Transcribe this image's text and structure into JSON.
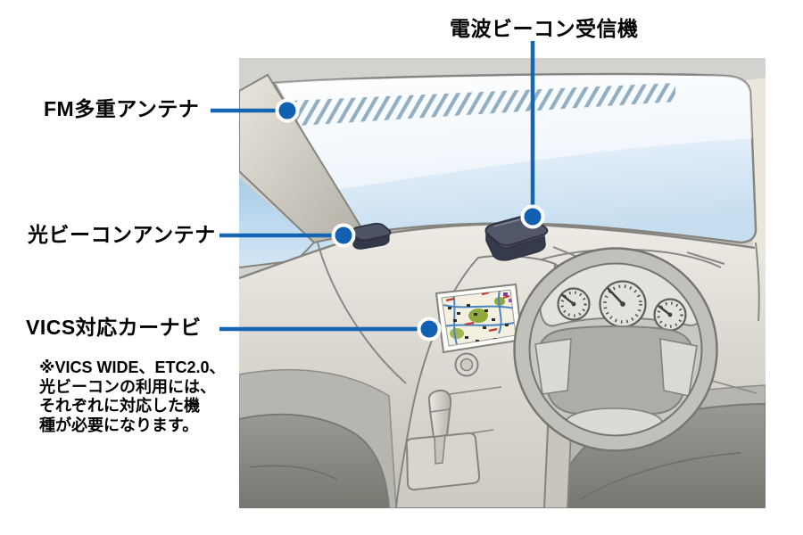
{
  "diagram": {
    "labels": {
      "radio_beacon": "電波ビーコン受信機",
      "fm_antenna": "FM多重アンテナ",
      "optical_beacon": "光ビーコンアンテナ",
      "vics_nav": "VICS対応カーナビ"
    },
    "note": {
      "lines": [
        "※VICS WIDE、ETC2.0、",
        "光ビーコンの利用には、",
        "それぞれに対応した機",
        "種が必要になります。"
      ]
    },
    "colors": {
      "callout_blue": "#1565b4",
      "windshield_blue": "#c6def0",
      "body_gray": "#d3d2cf",
      "dashboard_beige": "#d9d6cd",
      "device_dark": "#3a3f4e"
    }
  }
}
